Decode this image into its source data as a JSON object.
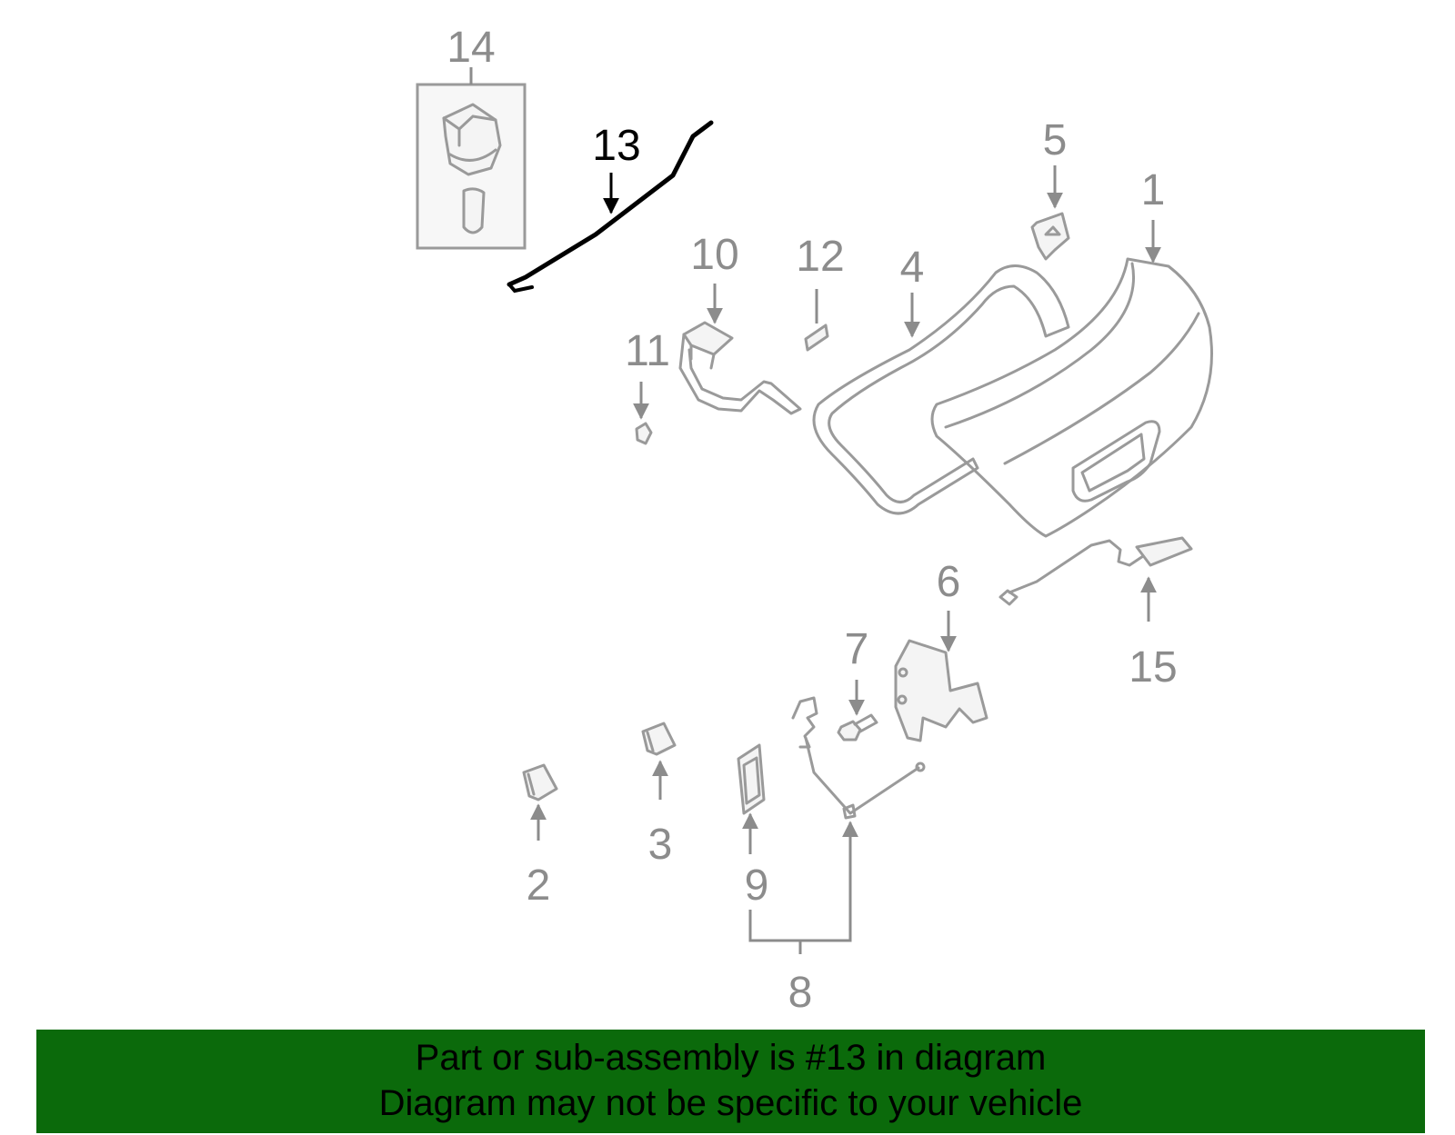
{
  "diagram": {
    "highlighted_part": "13",
    "callouts": [
      "1",
      "2",
      "3",
      "4",
      "5",
      "6",
      "7",
      "8",
      "9",
      "10",
      "11",
      "12",
      "13",
      "14",
      "15"
    ]
  },
  "banner": {
    "line1": "Part or sub-assembly is #13 in diagram",
    "line2": "Diagram may not be specific to your vehicle",
    "color": "#0b6a0b"
  },
  "colors": {
    "part_line": "#9a9a9a",
    "highlight": "#000000",
    "label": "#8c8c8c"
  }
}
